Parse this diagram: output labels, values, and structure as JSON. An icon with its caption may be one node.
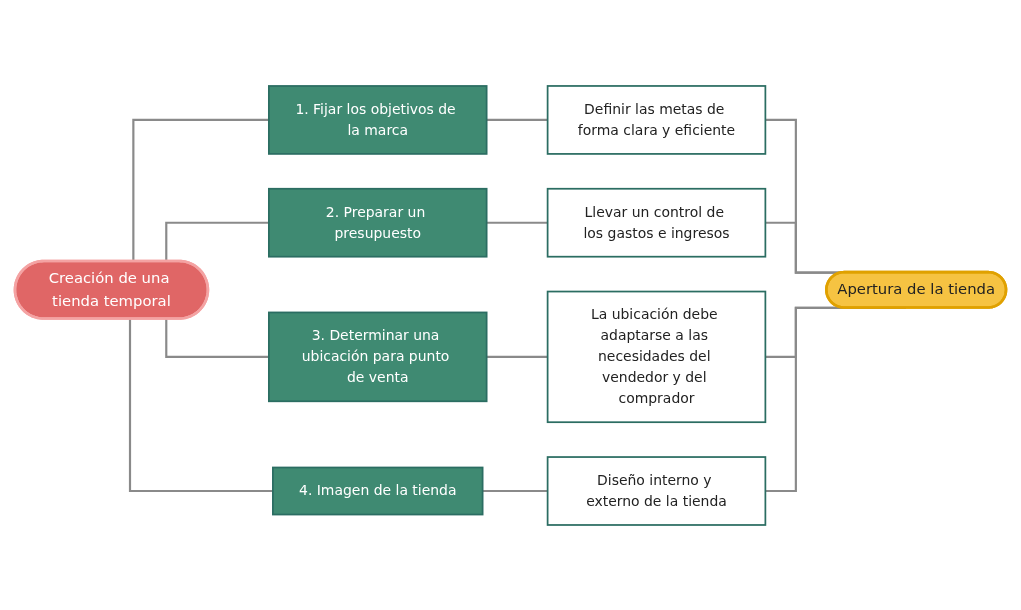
{
  "diagram": {
    "nodes": [
      {
        "text": [
          "Creación de una tienda temporal"
        ]
      },
      {
        "text": [
          "1. Fijar los objetivos de la marca"
        ]
      },
      {
        "text": [
          "Definir las metas de forma clara y eficiente"
        ]
      },
      {
        "text": [
          "2. Preparar un presupuesto"
        ]
      },
      {
        "text": [
          "Llevar un control de los gastos e ingresos"
        ]
      },
      {
        "text": [
          "3. Determinar una ubicación para punto de venta"
        ]
      },
      {
        "text": [
          "La ubicación debe adaptarse a las necesidades del vendedor y del comprador"
        ]
      },
      {
        "text": [
          "4. Imagen de la tienda"
        ]
      },
      {
        "text": [
          "Diseño interno y externo de la tienda"
        ]
      },
      {
        "text": [
          "Apertura de la tienda"
        ]
      }
    ],
    "edges": [
      {
        "from": 0,
        "to": 1,
        "arrow": "none"
      },
      {
        "from": 0,
        "to": 3,
        "arrow": "none"
      },
      {
        "from": 0,
        "to": 5,
        "arrow": "none"
      },
      {
        "from": 0,
        "to": 7,
        "arrow": "none"
      },
      {
        "from": 1,
        "to": 2,
        "arrow": "none"
      },
      {
        "from": 3,
        "to": 4,
        "arrow": "none"
      },
      {
        "from": 5,
        "to": 6,
        "arrow": "none"
      },
      {
        "from": 7,
        "to": 8,
        "arrow": "none"
      },
      {
        "from": 2,
        "to": 9,
        "arrow": "none"
      },
      {
        "from": 4,
        "to": 9,
        "arrow": "none"
      },
      {
        "from": 6,
        "to": 9,
        "arrow": "none"
      },
      {
        "from": 8,
        "to": 9,
        "arrow": "none"
      }
    ]
  }
}
